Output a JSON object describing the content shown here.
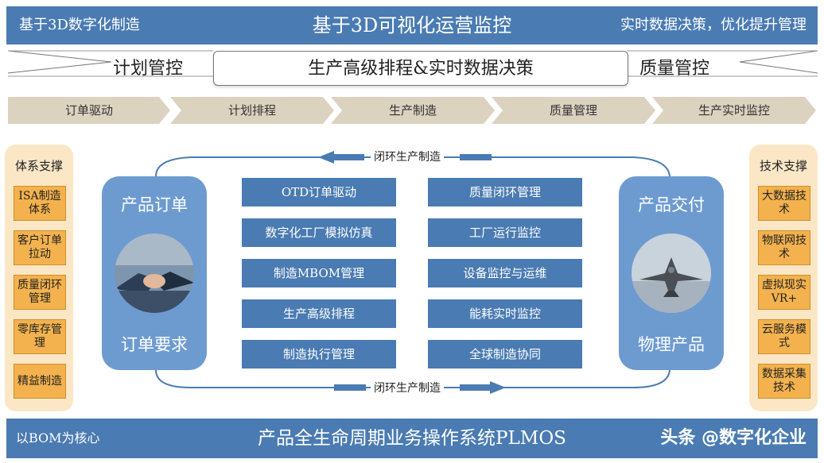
{
  "header": {
    "left": "基于3D数字化制造",
    "center": "基于3D可视化运营监控",
    "right": "实时数据决策，优化提升管理"
  },
  "banner": {
    "left": "计划管控",
    "center": "生产高级排程&实时数据决策",
    "right": "质量管控"
  },
  "process_steps": [
    "订单驱动",
    "计划排程",
    "生产制造",
    "质量管理",
    "生产实时监控"
  ],
  "left_panel": {
    "title": "体系支撑",
    "items": [
      "ISA制造体系",
      "客户订单拉动",
      "质量闭环管理",
      "零库存管理",
      "精益制造"
    ]
  },
  "right_panel": {
    "title": "技术支撑",
    "items": [
      "大数据技术",
      "物联网技术",
      "虚拟现实VR+",
      "云服务模式",
      "数据采集技术"
    ]
  },
  "left_pill": {
    "top": "产品订单",
    "bottom": "订单要求"
  },
  "right_pill": {
    "top": "产品交付",
    "bottom": "物理产品"
  },
  "loop": {
    "top_label": "闭环生产制造",
    "bottom_label": "闭环生产制造"
  },
  "modules_left": [
    "OTD订单驱动",
    "数字化工厂模拟仿真",
    "制造MBOM管理",
    "生产高级排程",
    "制造执行管理"
  ],
  "modules_right": [
    "质量闭环管理",
    "工厂运行监控",
    "设备监控与运维",
    "能耗实时监控",
    "全球制造协同"
  ],
  "footer": {
    "left": "以BOM为核心",
    "center": "产品全生命周期业务操作系统PLMOS",
    "watermark": "头条 @数字化企业"
  },
  "colors": {
    "primary_blue": "#4a7bb2",
    "pill_blue": "#6d9bd0",
    "orange": "#f3b24e",
    "cream": "#fbe7c6",
    "chevron": "#dcd2c0"
  }
}
